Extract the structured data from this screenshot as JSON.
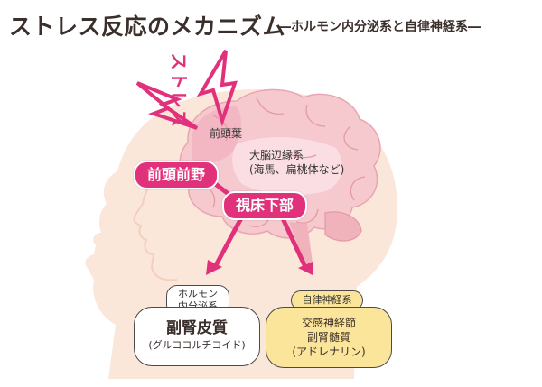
{
  "header": {
    "title": "ストレス反応のメカニズム",
    "subtitle": "―ホルモン内分泌系と自律神経系―"
  },
  "stress_label": "ストレス",
  "brain": {
    "frontal_lobe": "前頭葉",
    "limbic_line1": "大脳辺縁系",
    "limbic_line2": "(海馬、扁桃体など)"
  },
  "regions": {
    "prefrontal": "前頭前野",
    "hypothalamus": "視床下部"
  },
  "hormone_branch": {
    "tag_line1": "ホルモン",
    "tag_line2": "内分泌系",
    "box_title": "副腎皮質",
    "box_sub": "(グルココルチコイド)"
  },
  "nerve_branch": {
    "tag": "自律神経系",
    "box_line1": "交感神経節",
    "box_line2": "副腎髄質",
    "box_line3": "(アドレナリン)"
  },
  "colors": {
    "accent": "#e0317a",
    "head": "#fbe6da",
    "brain": "#f6c9cf",
    "nerve_box": "#fbe59a",
    "hormone_box": "#ffffff"
  }
}
